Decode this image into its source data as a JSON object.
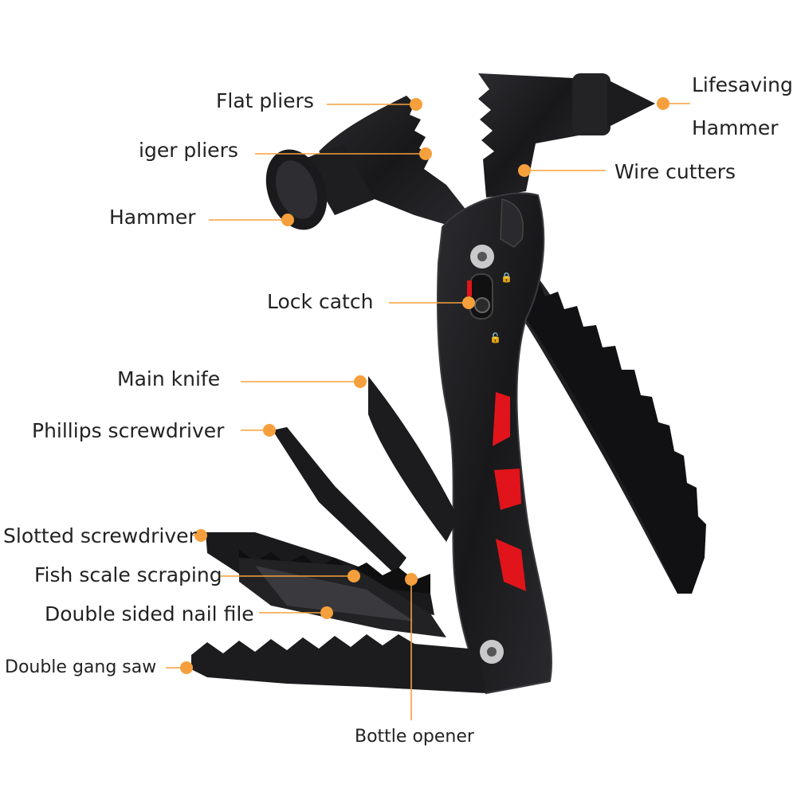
{
  "colors": {
    "leader": "#f5a03c",
    "dot": "#f5a03c",
    "tool_body": "#1e1e20",
    "tool_edge": "#3a3a3e",
    "accent": "#e0141a",
    "text": "#222222"
  },
  "labels": {
    "flat_pliers": "Flat pliers",
    "tiger_pliers": "iger pliers",
    "hammer": "Hammer",
    "lock_catch": "Lock catch",
    "main_knife": "Main knife",
    "phillips": "Phillips screwdriver",
    "slotted": "Slotted screwdriver",
    "fish_scale": "Fish scale scraping",
    "nail_file": "Double sided nail file",
    "gang_saw": "Double gang saw",
    "bottle_opener": "Bottle opener",
    "lifesaving_1": "Lifesaving",
    "lifesaving_2": "Hammer",
    "wire_cutters": "Wire cutters"
  }
}
